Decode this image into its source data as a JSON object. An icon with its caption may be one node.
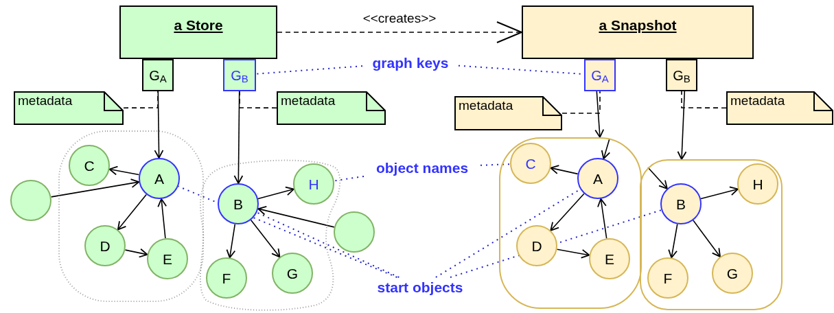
{
  "diagram": {
    "nodes": [
      {
        "text": [
          "a Store"
        ]
      },
      {
        "text": [
          "a Snapshot"
        ]
      },
      {
        "text": [
          "G$_{A}$"
        ]
      },
      {
        "text": [
          "G$_{B}$"
        ]
      },
      {
        "text": [
          "G$_{A}$"
        ]
      },
      {
        "text": [
          "G$_{B}$"
        ]
      },
      {
        "text": [
          "metadata"
        ]
      },
      {
        "text": [
          "metadata"
        ]
      },
      {
        "text": [
          "metadata"
        ]
      },
      {
        "text": [
          "metadata"
        ]
      },
      {
        "text": [
          "graph keys"
        ]
      },
      {
        "text": [
          "object names"
        ]
      },
      {
        "text": [
          "start objects"
        ]
      },
      {
        "text": [],
        "shape": "blob"
      },
      {
        "text": [
          "C"
        ],
        "in": 13
      },
      {
        "text": [
          "A"
        ],
        "in": 13
      },
      {
        "text": [
          "D"
        ],
        "in": 13
      },
      {
        "text": [
          "E"
        ],
        "in": 13
      },
      {
        "text": [],
        "shape": "circle"
      },
      {
        "text": [],
        "shape": "blob"
      },
      {
        "text": [
          "B"
        ],
        "in": 19
      },
      {
        "text": [
          "H"
        ],
        "in": 19
      },
      {
        "text": [
          "F"
        ],
        "in": 19
      },
      {
        "text": [
          "G"
        ],
        "in": 19
      },
      {
        "text": [],
        "shape": "circle"
      },
      {
        "text": [],
        "shape": "blob"
      },
      {
        "text": [
          "C"
        ],
        "in": 25
      },
      {
        "text": [
          "A"
        ],
        "in": 25
      },
      {
        "text": [
          "D"
        ],
        "in": 25
      },
      {
        "text": [
          "E"
        ],
        "in": 25
      },
      {
        "text": [],
        "shape": "blob"
      },
      {
        "text": [
          "B"
        ],
        "in": 30
      },
      {
        "text": [
          "H"
        ],
        "in": 30
      },
      {
        "text": [
          "F"
        ],
        "in": 30
      },
      {
        "text": [
          "G"
        ],
        "in": 30
      }
    ],
    "edges": [
      {
        "from": 0,
        "to": 1,
        "arrow": "to",
        "style": "dashed",
        "label": "<<creates>>"
      },
      {
        "from": 6,
        "to": 2,
        "arrow": "none",
        "style": "dashed"
      },
      {
        "from": 7,
        "to": 3,
        "arrow": "none",
        "style": "dashed"
      },
      {
        "from": 8,
        "to": 4,
        "arrow": "none",
        "style": "dashed"
      },
      {
        "from": 9,
        "to": 5,
        "arrow": "none",
        "style": "dashed"
      },
      {
        "from": 2,
        "to": 15,
        "arrow": "to"
      },
      {
        "from": 3,
        "to": 20,
        "arrow": "to"
      },
      {
        "from": 4,
        "to": 25,
        "arrow": "to"
      },
      {
        "from": 25,
        "to": 27,
        "arrow": "to"
      },
      {
        "from": 5,
        "to": 30,
        "arrow": "to"
      },
      {
        "from": 30,
        "to": 31,
        "arrow": "to"
      },
      {
        "from": 15,
        "to": 14,
        "arrow": "to"
      },
      {
        "from": 18,
        "to": 15,
        "arrow": "to"
      },
      {
        "from": 15,
        "to": 16,
        "arrow": "to"
      },
      {
        "from": 16,
        "to": 17,
        "arrow": "to"
      },
      {
        "from": 17,
        "to": 15,
        "arrow": "to"
      },
      {
        "from": 20,
        "to": 21,
        "arrow": "to"
      },
      {
        "from": 24,
        "to": 20,
        "arrow": "to"
      },
      {
        "from": 20,
        "to": 22,
        "arrow": "to"
      },
      {
        "from": 20,
        "to": 23,
        "arrow": "to"
      },
      {
        "from": 27,
        "to": 26,
        "arrow": "to"
      },
      {
        "from": 27,
        "to": 28,
        "arrow": "to"
      },
      {
        "from": 28,
        "to": 29,
        "arrow": "to"
      },
      {
        "from": 29,
        "to": 27,
        "arrow": "to"
      },
      {
        "from": 31,
        "to": 32,
        "arrow": "to"
      },
      {
        "from": 31,
        "to": 33,
        "arrow": "to"
      },
      {
        "from": 31,
        "to": 34,
        "arrow": "to"
      },
      {
        "from": 10,
        "to": 3,
        "arrow": "none",
        "style": "dashed",
        "color": "#2222cc"
      },
      {
        "from": 10,
        "to": 4,
        "arrow": "none",
        "style": "dashed",
        "color": "#2222cc"
      },
      {
        "from": 11,
        "to": 21,
        "arrow": "none",
        "style": "dashed",
        "color": "#2222cc"
      },
      {
        "from": 11,
        "to": 26,
        "arrow": "none",
        "style": "dashed",
        "color": "#2222cc"
      },
      {
        "from": 12,
        "to": 15,
        "arrow": "none",
        "style": "dashed",
        "color": "#2222cc"
      },
      {
        "from": 12,
        "to": 20,
        "arrow": "none",
        "style": "dashed",
        "color": "#2222cc"
      },
      {
        "from": 12,
        "to": 27,
        "arrow": "none",
        "style": "dashed",
        "color": "#2222cc"
      },
      {
        "from": 12,
        "to": 31,
        "arrow": "none",
        "style": "dashed",
        "color": "#2222cc"
      }
    ]
  }
}
